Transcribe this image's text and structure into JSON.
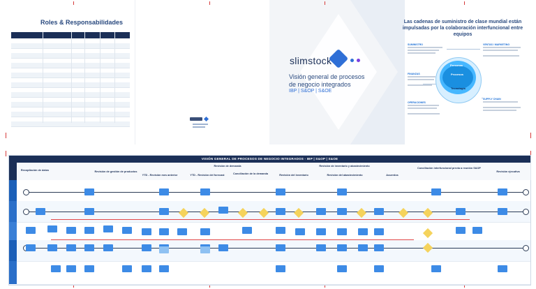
{
  "roles": {
    "title": "Roles & Responsabilidades",
    "rows": 18
  },
  "cover": {
    "brand": "slimstock",
    "title_line1": "Visión general de procesos",
    "title_line2": "de negocio integrados",
    "subtitle": "IBP | S&OP | S&OE"
  },
  "right_panel": {
    "title_line1": "Las cadenas de suministro de clase mundial están",
    "title_line2": "impulsadas por la colaboración interfuncional entre equipos",
    "circle_labels": [
      "Personas",
      "Procesos",
      "Tecnología"
    ],
    "departments": [
      "SUMINISTRO",
      "FINANZAS",
      "OPERACIONES",
      "VENTAS / MARKETING",
      "SUPPLY CHAIN"
    ]
  },
  "diagram": {
    "title": "VISIÓN GENERAL DE PROCESOS DE NEGOCIO INTEGRADOS - IBP | S&OP | S&OE",
    "headers": {
      "recopilacion": "Recopilación de datos",
      "gestion_productos": "Revisión de gestión de productos",
      "revision_demanda": "Revisión de demanda",
      "ytd": "YTD - Revisión mes anterior",
      "ytd2": "YTD - Revisión del forecast",
      "conciliacion": "Conciliación de la demanda",
      "revision_inventario_group": "Revisión de inventario y abastecimiento",
      "revision_inventario": "Revisión del inventario",
      "revision_abastecimiento": "Revisión del abastecimiento",
      "acuerdos": "Acuerdos",
      "conciliacion_financiera": "Conciliación interfuncional previa a reunión S&OP",
      "revision_ejecutiva": "Revisión ejecutiva"
    },
    "lane_count": 5
  },
  "colors": {
    "navy": "#1b2f57",
    "blue": "#3d8be6",
    "decision": "#f5d35c",
    "crop": "#d63a3a"
  }
}
